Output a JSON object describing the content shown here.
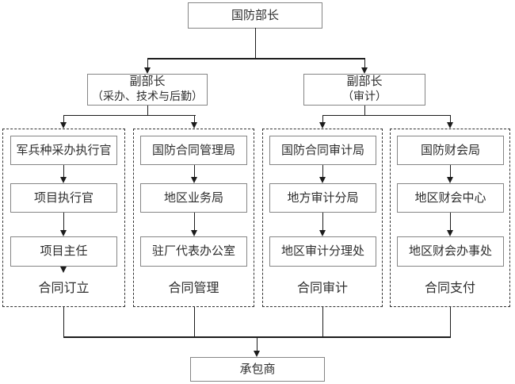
{
  "diagram": {
    "top": {
      "label": "国防部长"
    },
    "deputy_left": {
      "line1": "副部长",
      "line2": "（采办、技术与后勤）"
    },
    "deputy_right": {
      "line1": "副部长",
      "line2": "（审计）"
    },
    "columns": [
      {
        "boxes": [
          "军兵种采办执行官",
          "项目执行官",
          "项目主任"
        ],
        "label": "合同订立"
      },
      {
        "boxes": [
          "国防合同管理局",
          "地区业务局",
          "驻厂代表办公室"
        ],
        "label": "合同管理"
      },
      {
        "boxes": [
          "国防合同审计局",
          "地方审计分局",
          "地区审计分理处"
        ],
        "label": "合同审计"
      },
      {
        "boxes": [
          "国防财会局",
          "地区财会中心",
          "地区财会办事处"
        ],
        "label": "合同支付"
      }
    ],
    "bottom": {
      "label": "承包商"
    },
    "colors": {
      "box_border": "#858585",
      "line": "#1c1c1c",
      "dashed_border": "#333333",
      "text": "#2e2e2e",
      "background": "#ffffff"
    }
  }
}
